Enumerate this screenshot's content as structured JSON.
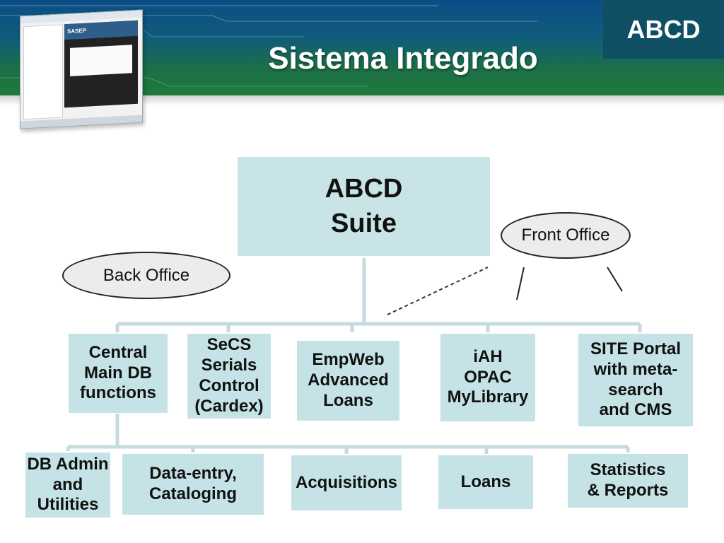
{
  "header": {
    "title": "Sistema Integrado",
    "logo": "ABCD",
    "thumbnail_window_title": "SASEP"
  },
  "diagram": {
    "root": "ABCD\nSuite",
    "front_office": "Front Office",
    "back_office": "Back Office",
    "modules": [
      "Central\nMain DB\nfunctions",
      "SeCS\nSerials\nControl\n(Cardex)",
      "EmpWeb\nAdvanced\nLoans",
      "iAH\nOPAC\nMyLibrary",
      "SITE Portal\nwith meta-\nsearch\nand CMS"
    ],
    "sub_functions": [
      "DB Admin\nand\nUtilities",
      "Data-entry,\nCataloging",
      "Acquisitions",
      "Loans",
      "Statistics\n& Reports"
    ]
  },
  "colors": {
    "box_fill": "#c5e3e6",
    "connector": "#c5dadd",
    "header_blue": "#0b4d86",
    "header_green": "#1f7a3a"
  }
}
